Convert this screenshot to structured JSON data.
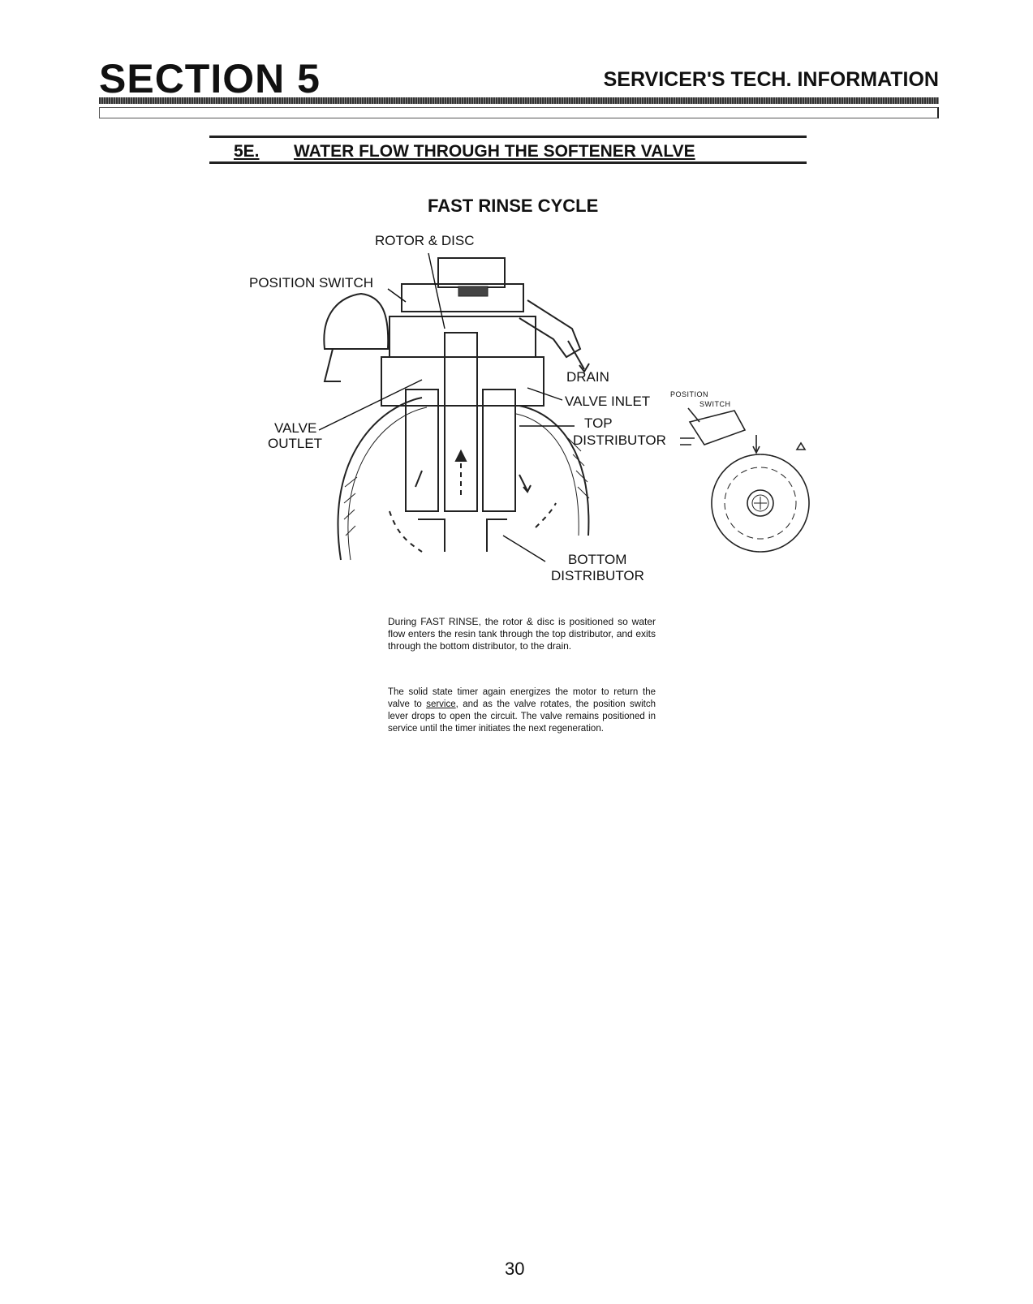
{
  "header": {
    "section": "SECTION 5",
    "title": "SERVICER'S TECH. INFORMATION"
  },
  "subsection": {
    "number": "5E.",
    "title": "WATER FLOW THROUGH THE SOFTENER VALVE"
  },
  "figure": {
    "title": "FAST RINSE CYCLE",
    "labels": {
      "rotor_disc": "ROTOR & DISC",
      "position_switch": "POSITION SWITCH",
      "drain": "DRAIN",
      "valve_inlet": "VALVE INLET",
      "top": "TOP",
      "distributor_top": "DISTRIBUTOR",
      "valve": "VALVE",
      "outlet": "OUTLET",
      "bottom": "BOTTOM",
      "distributor_bottom": "DISTRIBUTOR",
      "inset_position": "POSITION",
      "inset_switch": "SWITCH"
    }
  },
  "body": {
    "paragraph1": "During FAST RINSE, the rotor & disc is positioned so water flow enters the resin tank through the top distributor, and exits through the bottom distributor, to the drain.",
    "paragraph2_before": "The solid state timer again energizes the motor to return the valve to ",
    "paragraph2_underlined": "service",
    "paragraph2_after": ", and as the valve rotates, the position switch lever drops to open the circuit. The valve remains positioned in service until the timer initiates the next regeneration."
  },
  "footer": {
    "page_number": "30"
  }
}
